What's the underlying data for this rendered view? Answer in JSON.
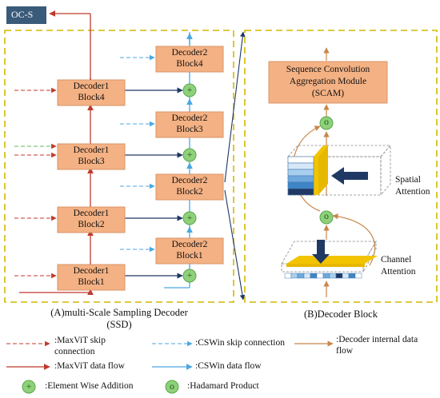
{
  "ocs_label": "OC-S",
  "ssd": {
    "caption_line1": "(A)multi-Scale Sampling Decoder",
    "caption_line2": "(SSD)",
    "decoder1_blocks": [
      {
        "line1": "Decoder1",
        "line2": "Block4"
      },
      {
        "line1": "Decoder1",
        "line2": "Block3"
      },
      {
        "line1": "Decoder1",
        "line2": "Block2"
      },
      {
        "line1": "Decoder1",
        "line2": "Block1"
      }
    ],
    "decoder2_blocks": [
      {
        "line1": "Decoder2",
        "line2": "Block4"
      },
      {
        "line1": "Decoder2",
        "line2": "Block3"
      },
      {
        "line1": "Decoder2",
        "line2": "Block2"
      },
      {
        "line1": "Decoder2",
        "line2": "Block1"
      }
    ],
    "plus_symbol": "+"
  },
  "decoder_block": {
    "caption": "(B)Decoder Block",
    "scam_line1": "Sequence Convolution",
    "scam_line2": "Aggregation Module",
    "scam_line3": "(SCAM)",
    "hadamard_symbol": "o",
    "spatial_line1": "Spatial",
    "spatial_line2": "Attention",
    "channel_line1": "Channel",
    "channel_line2": "Attention"
  },
  "legend": {
    "maxvit_skip_line1": ":MaxViT skip",
    "maxvit_skip_line2": "connection",
    "cswin_skip": ":CSWin skip connection",
    "decoder_internal_line1": ":Decoder internal data",
    "decoder_internal_line2": "flow",
    "maxvit_flow": ":MaxViT data flow",
    "cswin_flow": ":CSWin data flow",
    "element_wise": ":Element Wise Addition",
    "hadamard": ":Hadamard Product",
    "plus_symbol": "+",
    "hadamard_symbol": "o"
  },
  "colors": {
    "block_fill": "#f4b183",
    "maxvit_red": "#c0392b",
    "cswin_blue": "#4aa8e0",
    "internal_orange": "#c8874a",
    "dashed_frame": "#d4b800",
    "addition_green": "#8fd07a",
    "navy_arrow": "#1f3864"
  }
}
